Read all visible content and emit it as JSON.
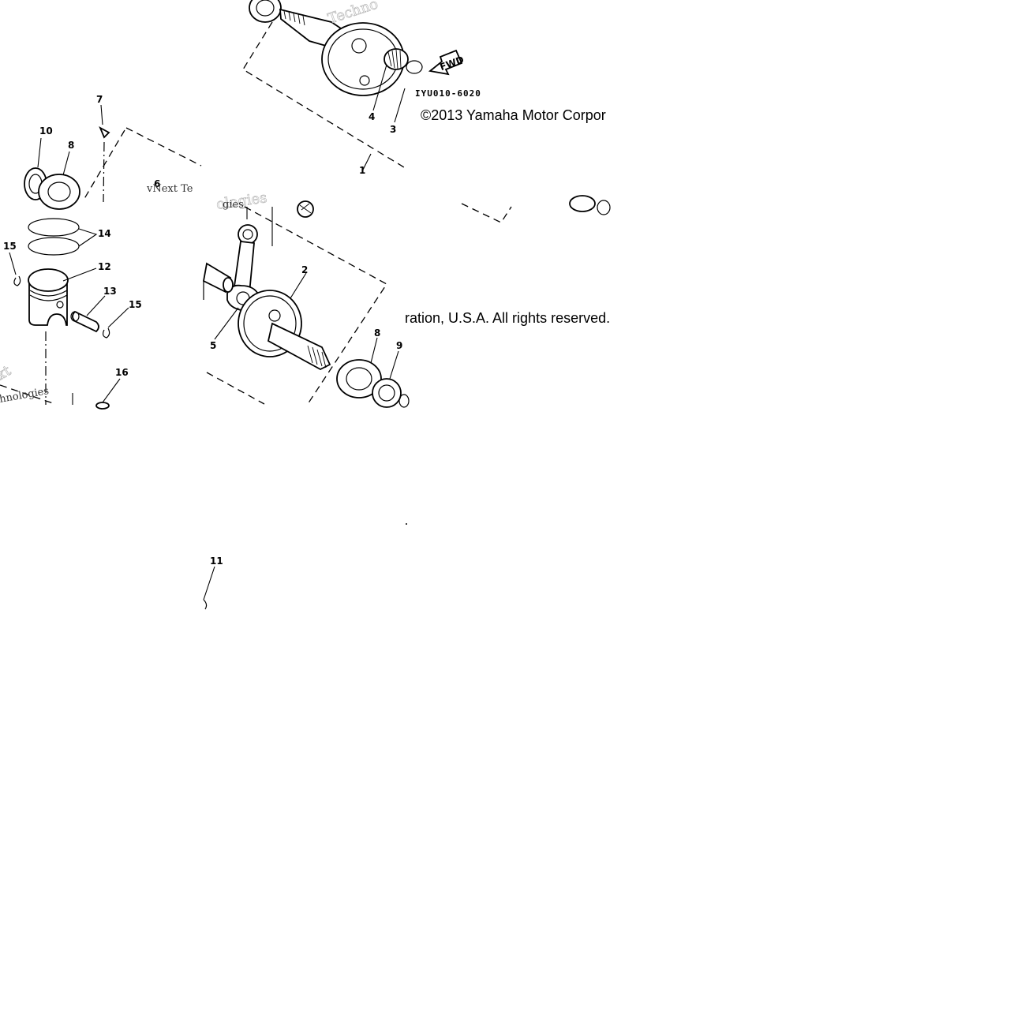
{
  "diagram": {
    "drawing_code": "IYU010-6020",
    "fwd_label": "FWD",
    "copyright_line1": "©2013 Yamaha Motor Corpor",
    "copyright_line2": "ration, U.S.A. All rights reserved.",
    "watermarks": [
      "Techno",
      "vNext Te",
      "ologies",
      "xt",
      "hnologies",
      "gies"
    ],
    "callouts": {
      "c1": "1",
      "c2": "2",
      "c3": "3",
      "c4": "4",
      "c5": "5",
      "c6": "6",
      "c7": "7",
      "c8a": "8",
      "c8b": "8",
      "c9": "9",
      "c10": "10",
      "c11": "11",
      "c12": "12",
      "c13": "13",
      "c14": "14",
      "c15a": "15",
      "c15b": "15",
      "c16": "16"
    }
  }
}
